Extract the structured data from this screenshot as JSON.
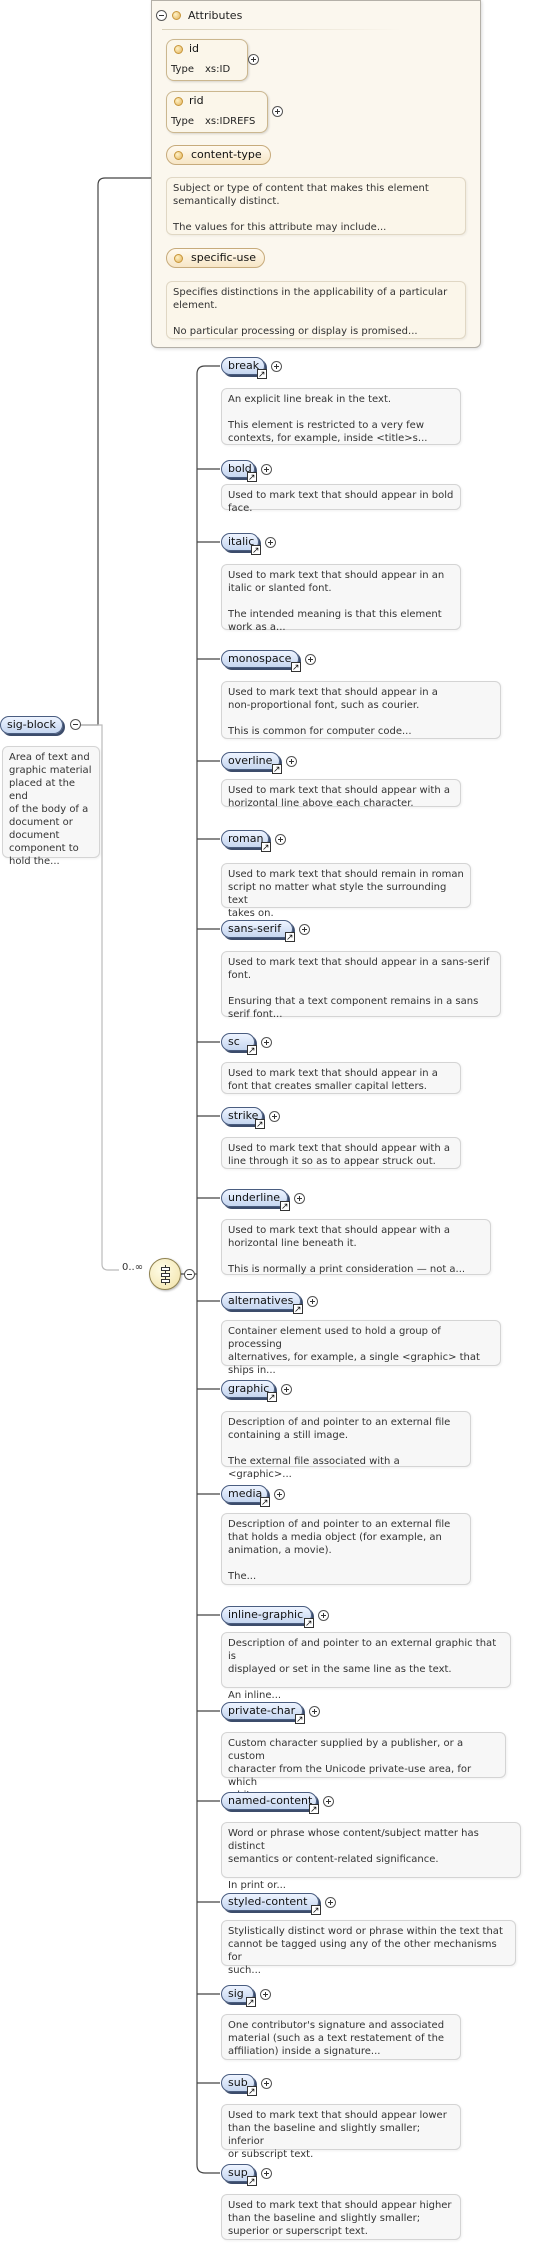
{
  "root": {
    "name": "sig-block",
    "doc": "Area of text and\ngraphic material\nplaced at the end\nof the body of a\ndocument or\ndocument\ncomponent to\nhold the..."
  },
  "attributes": {
    "header": "Attributes",
    "id": {
      "name": "id",
      "type_label": "Type",
      "type_value": "xs:ID"
    },
    "rid": {
      "name": "rid",
      "type_label": "Type",
      "type_value": "xs:IDREFS"
    },
    "content_type": {
      "name": "content-type",
      "doc": "Subject or type of content that makes this element\nsemantically distinct.\n\nThe values for this attribute may include..."
    },
    "specific_use": {
      "name": "specific-use",
      "doc": "Specifies distinctions in the applicability of a particular\nelement.\n\nNo particular processing or display is promised..."
    }
  },
  "choice": {
    "cardinality": "0..∞"
  },
  "children": [
    {
      "name": "break",
      "doc": "An explicit line break in the text.\n\nThis element is restricted to a very few\ncontexts, for example, inside <title>s..."
    },
    {
      "name": "bold",
      "doc": "Used to mark text that should appear in bold\nface."
    },
    {
      "name": "italic",
      "doc": "Used to mark text that should appear in an\nitalic or slanted font.\n\nThe intended meaning is that this element\nwork as a..."
    },
    {
      "name": "monospace",
      "doc": "Used to mark text that should appear in a\nnon-proportional font, such as courier.\n\nThis is common for computer code..."
    },
    {
      "name": "overline",
      "doc": "Used to mark text that should appear with a\nhorizontal line above each character."
    },
    {
      "name": "roman",
      "doc": "Used to mark text that should remain in roman\nscript no matter what style the surrounding text\ntakes on."
    },
    {
      "name": "sans-serif",
      "doc": "Used to mark text that should appear in a sans-serif\nfont.\n\nEnsuring that a text component remains in a sans\nserif font..."
    },
    {
      "name": "sc",
      "doc": "Used to mark text that should appear in a\nfont that creates smaller capital letters."
    },
    {
      "name": "strike",
      "doc": "Used to mark text that should appear with a\nline through it so as to appear struck out."
    },
    {
      "name": "underline",
      "doc": "Used to mark text that should appear with a\nhorizontal line beneath it.\n\nThis is normally a print consideration — not a..."
    },
    {
      "name": "alternatives",
      "doc": "Container element used to hold a group of processing\nalternatives, for example, a single <graphic> that\nships in..."
    },
    {
      "name": "graphic",
      "doc": "Description of and pointer to an external file\ncontaining a still image.\n\nThe external file associated with a <graphic>..."
    },
    {
      "name": "media",
      "doc": "Description of and pointer to an external file\nthat holds a media object (for example, an\nanimation, a movie).\n\nThe..."
    },
    {
      "name": "inline-graphic",
      "doc": "Description of and pointer to an external graphic that is\ndisplayed or set in the same line as the text.\n\nAn inline..."
    },
    {
      "name": "private-char",
      "doc": "Custom character supplied by a publisher, or a custom\ncharacter from the Unicode private-use area, for which\na bitmap..."
    },
    {
      "name": "named-content",
      "doc": "Word or phrase whose content/subject matter has distinct\nsemantics or content-related significance.\n\nIn print or..."
    },
    {
      "name": "styled-content",
      "doc": "Stylistically distinct word or phrase within the text that\ncannot be tagged using any of the other mechanisms for\nsuch..."
    },
    {
      "name": "sig",
      "doc": "One contributor's signature and associated\nmaterial (such as a text restatement of the\naffiliation) inside a signature..."
    },
    {
      "name": "sub",
      "doc": "Used to mark text that should appear lower\nthan the baseline and slightly smaller; inferior\nor subscript text."
    },
    {
      "name": "sup",
      "doc": "Used to mark text that should appear higher\nthan the baseline and slightly smaller;\nsuperior or superscript text."
    }
  ]
}
